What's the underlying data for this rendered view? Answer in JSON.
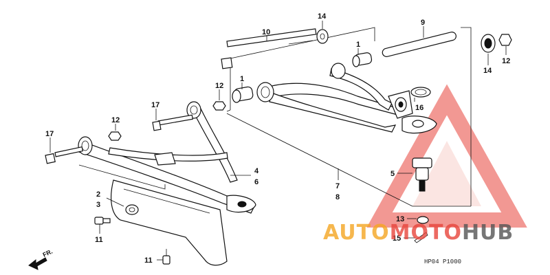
{
  "diagram": {
    "part_labels": {
      "p1a": "1",
      "p1b": "1",
      "p2": "2",
      "p3": "3",
      "p4": "4",
      "p5": "5",
      "p6": "6",
      "p7": "7",
      "p8": "8",
      "p9": "9",
      "p10": "10",
      "p11a": "11",
      "p11b": "11",
      "p12a": "12",
      "p12b": "12",
      "p12c": "12",
      "p13": "13",
      "p14a": "14",
      "p14b": "14",
      "p15": "15",
      "p16": "16",
      "p17a": "17",
      "p17b": "17"
    },
    "direction_label": "FR.",
    "diagram_code": "HP04  P1000"
  },
  "watermark": {
    "text_part1": "AUTO",
    "text_part2": "MOTO",
    "text_part3": "HUB",
    "color_orange": "#f5a623",
    "color_red": "#e8453c",
    "color_gray": "#555555"
  }
}
